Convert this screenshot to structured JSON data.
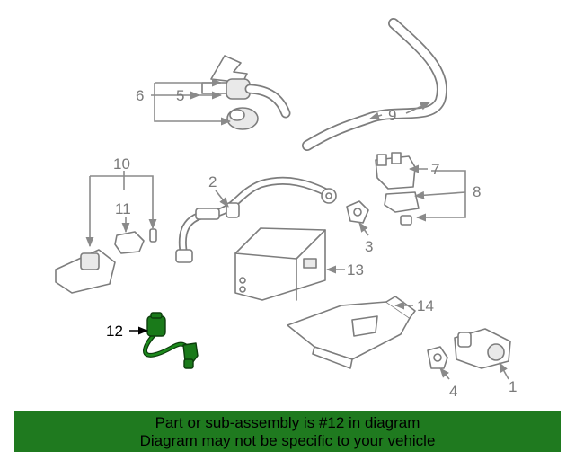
{
  "callouts": {
    "c1": "1",
    "c2": "2",
    "c3": "3",
    "c4": "4",
    "c5": "5",
    "c6": "6",
    "c7": "7",
    "c8": "8",
    "c9": "9",
    "c10": "10",
    "c11": "11",
    "c12": "12",
    "c13": "13",
    "c14": "14"
  },
  "highlight": {
    "part": "12",
    "color": "#1f7a1f"
  },
  "banner": {
    "line1": "Part or sub-assembly is #12 in diagram",
    "line2": "Diagram may not be specific to your vehicle",
    "color": "#1f7a1f"
  }
}
